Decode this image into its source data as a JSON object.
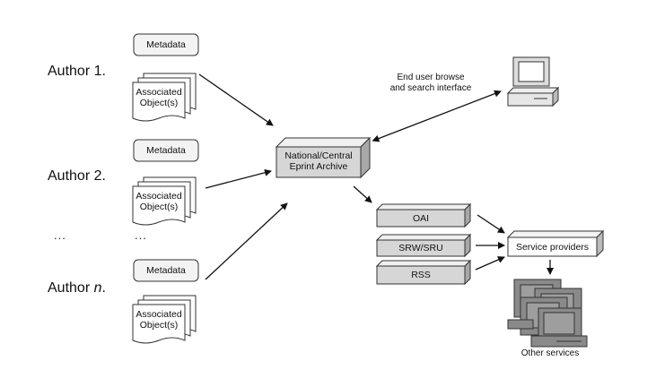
{
  "authors": [
    {
      "label": "Author 1.",
      "metadata": "Metadata",
      "objects": "Associated\nObject(s)"
    },
    {
      "label": "Author 2.",
      "metadata": "Metadata",
      "objects": "Associated\nObject(s)"
    },
    {
      "label_prefix": "Author ",
      "label_italic": "n",
      "label_suffix": ".",
      "metadata": "Metadata",
      "objects": "Associated\nObject(s)"
    }
  ],
  "ellipsis_left": "...",
  "ellipsis_mid": "...",
  "archive": "National/Central\nEprint Archive",
  "interface": "End user browse\nand search interface",
  "protocols": [
    "OAI",
    "SRW/SRU",
    "RSS"
  ],
  "service_providers": "Service providers",
  "other_services": "Other services",
  "colors": {
    "box_fill": "#d8d8d8",
    "box_light": "#f2f2f2",
    "stroke": "#333333",
    "monitor": "#8a8a8a"
  }
}
